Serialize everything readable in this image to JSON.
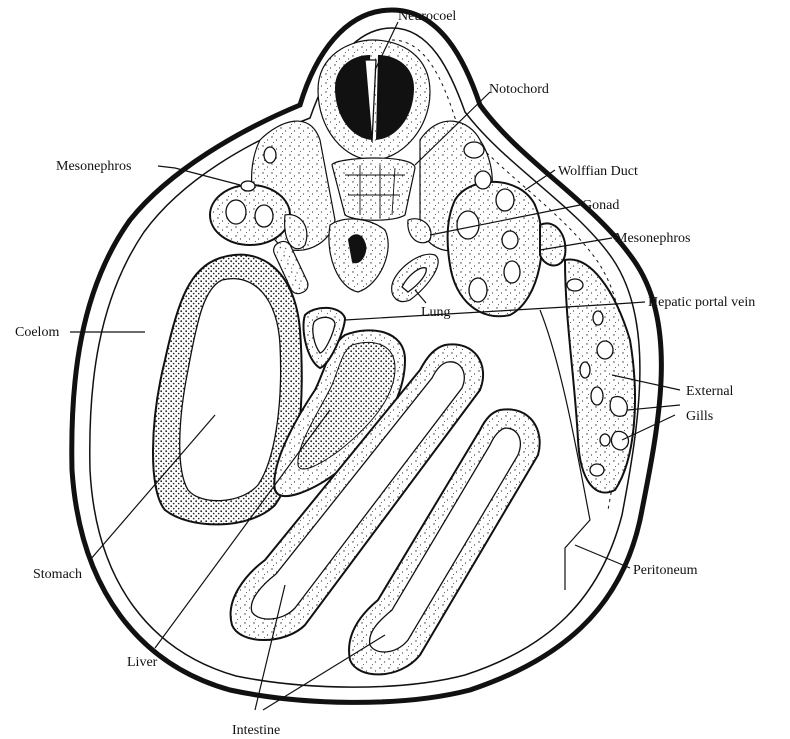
{
  "diagram": {
    "labels": {
      "neurocoel": "Neurocoel",
      "notochord": "Notochord",
      "mesonephros_left": "Mesonephros",
      "wolffian_duct": "Wolffian Duct",
      "gonad": "Gonad",
      "mesonephros_right": "Mesonephros",
      "coelom": "Coelom",
      "lung": "Lung",
      "hepatic_portal_vein": "Hepatic portal vein",
      "external_gills_line1": "External",
      "external_gills_line2": "Gills",
      "peritoneum": "Peritoneum",
      "stomach": "Stomach",
      "liver": "Liver",
      "intestine": "Intestine"
    }
  }
}
